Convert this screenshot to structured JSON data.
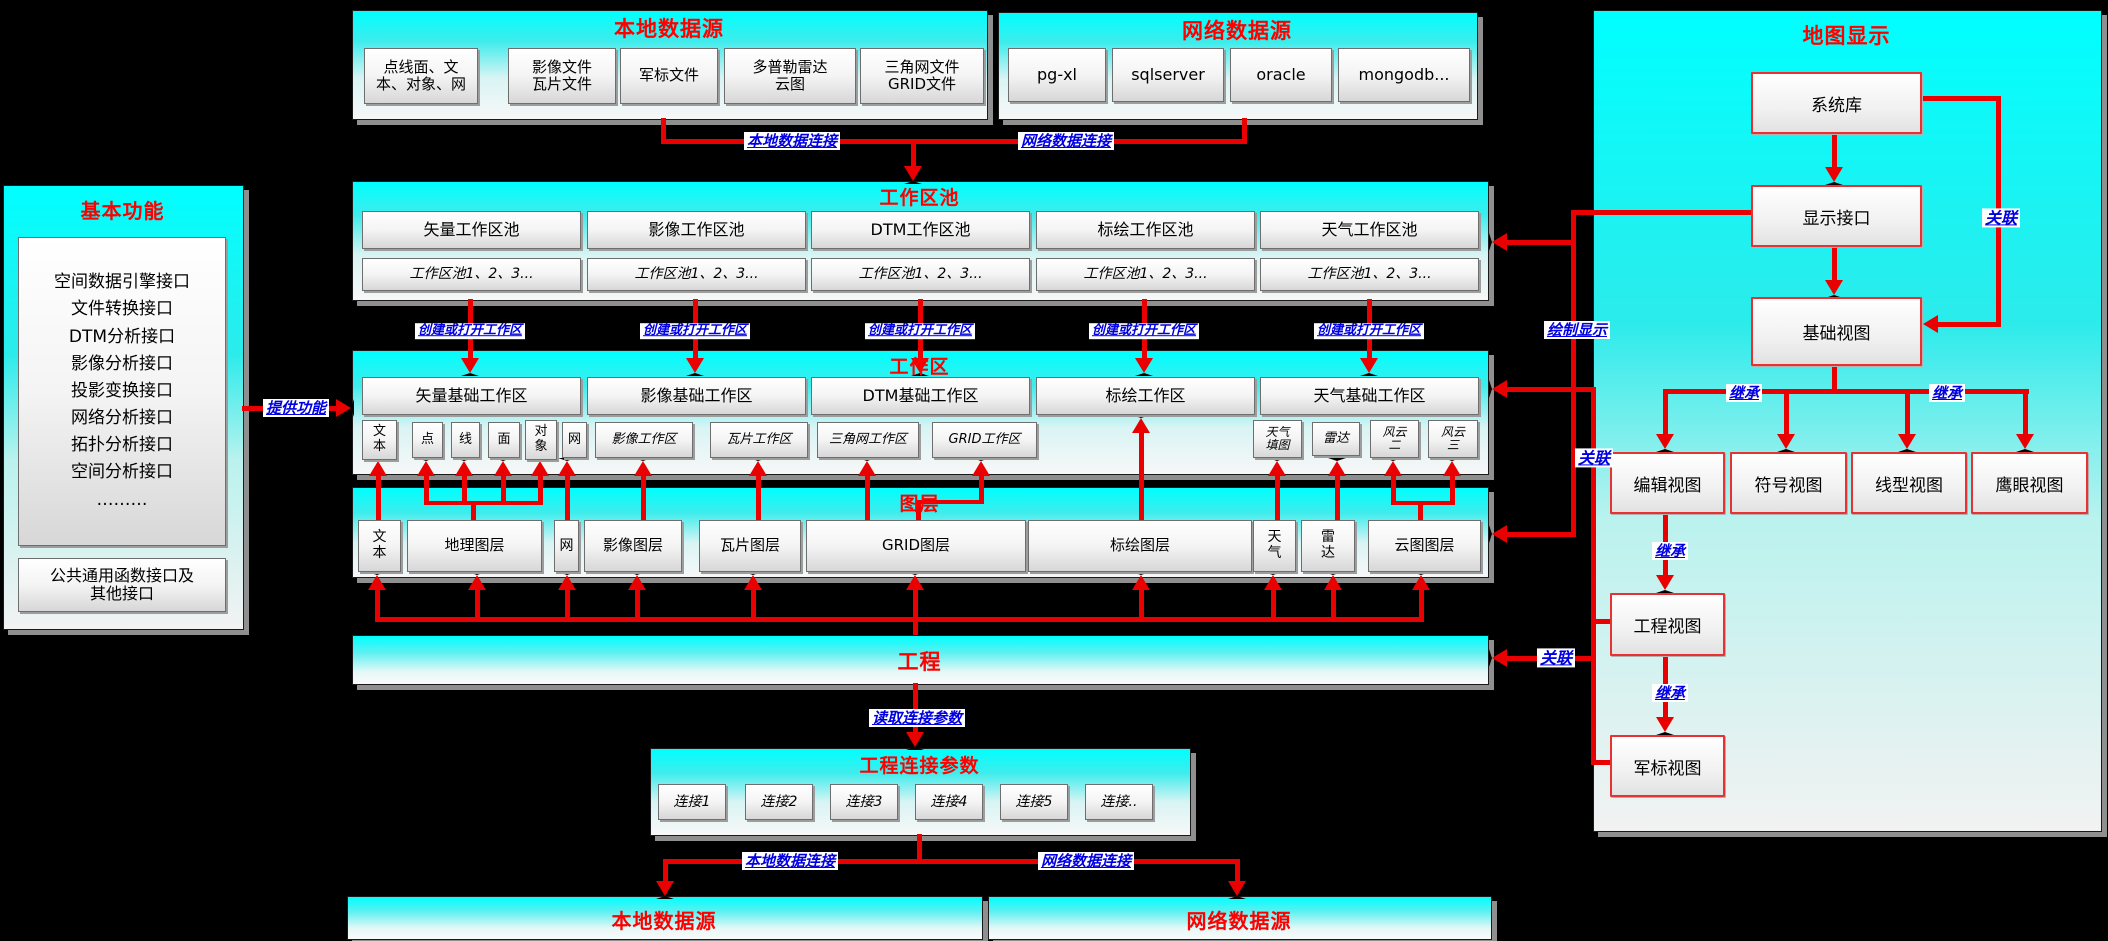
{
  "colors": {
    "background": "#000000",
    "arrow_red": "#e90000",
    "title_red": "#ff0000",
    "label_blue": "#0000e0",
    "band_cyan": "#00ffff"
  },
  "top_sources": {
    "local": {
      "title": "本地数据源",
      "items": [
        "点线面、文\n本、对象、网",
        "影像文件\n瓦片文件",
        "军标文件",
        "多普勒雷达\n云图",
        "三角网文件\nGRID文件"
      ]
    },
    "network": {
      "title": "网络数据源",
      "items": [
        "pg-xl",
        "sqlserver",
        "oracle",
        "mongodb..."
      ]
    }
  },
  "basic_functions": {
    "title": "基本功能",
    "interfaces": "空间数据引擎接口\n文件转换接口\nDTM分析接口\n影像分析接口\n投影变换接口\n网络分析接口\n拓扑分析接口\n空间分析接口\n………",
    "footer": "公共通用函数接口及\n其他接口"
  },
  "pools": {
    "title": "工作区池",
    "columns": [
      "矢量工作区池",
      "影像工作区池",
      "DTM工作区池",
      "标绘工作区池",
      "天气工作区池"
    ],
    "instances": "工作区池1、2、3..."
  },
  "workspace": {
    "title": "工作区",
    "columns": [
      "矢量基础工作区",
      "影像基础工作区",
      "DTM基础工作区",
      "标绘工作区",
      "天气基础工作区"
    ],
    "children": [
      "文本",
      "点",
      "线",
      "面",
      "对象",
      "网",
      "影像工作区",
      "瓦片工作区",
      "三角网工作区",
      "GRID工作区",
      "天气填图",
      "雷达",
      "风云二",
      "风云三"
    ]
  },
  "layers": {
    "title": "图层",
    "items": [
      "文本",
      "地理图层",
      "网",
      "影像图层",
      "瓦片图层",
      "GRID图层",
      "标绘图层",
      "天气",
      "雷达",
      "云图图层"
    ]
  },
  "project": {
    "title": "工程"
  },
  "connection_params": {
    "title": "工程连接参数",
    "items": [
      "连接1",
      "连接2",
      "连接3",
      "连接4",
      "连接5",
      "连接.."
    ]
  },
  "bottom_sources": {
    "local": "本地数据源",
    "network": "网络数据源"
  },
  "map_display": {
    "title": "地图显示",
    "system_lib": "系统库",
    "display_interface": "显示接口",
    "base_view": "基础视图",
    "views": [
      "编辑视图",
      "符号视图",
      "线型视图",
      "鹰眼视图"
    ],
    "project_view": "工程视图",
    "military_view": "军标视图"
  },
  "labels": {
    "local_conn": "本地数据连接",
    "network_conn": "网络数据连接",
    "create_open": "创建或打开工作区",
    "provide": "提供功能",
    "read_params": "读取连接参数",
    "draw_display": "绘制显示",
    "associate": "关联",
    "inherit": "继承"
  }
}
